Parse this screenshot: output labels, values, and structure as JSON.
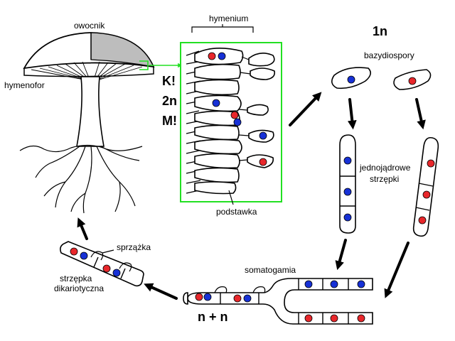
{
  "labels": {
    "owocnik": "owocnik",
    "hymenofor": "hymenofor",
    "hymenium": "hymenium",
    "podstawka": "podstawka",
    "bazydiospory": "bazydiospory",
    "jednojadrowe_line1": "jednojądrowe",
    "jednojadrowe_line2": "strzępki",
    "somatogamia": "somatogamia",
    "sprzazka": "sprzążka",
    "dikariotyczna_line1": "strzępka",
    "dikariotyczna_line2": "dikariotyczna",
    "n_plus_n": "n + n",
    "one_n": "1n",
    "k": "K!",
    "two_n": "2n",
    "m": "M!"
  },
  "colors": {
    "nucleus_red": "#e8272b",
    "nucleus_blue": "#1731d6",
    "hymenium_frame": "#22e022",
    "gill_shade": "#bdbdbd"
  }
}
